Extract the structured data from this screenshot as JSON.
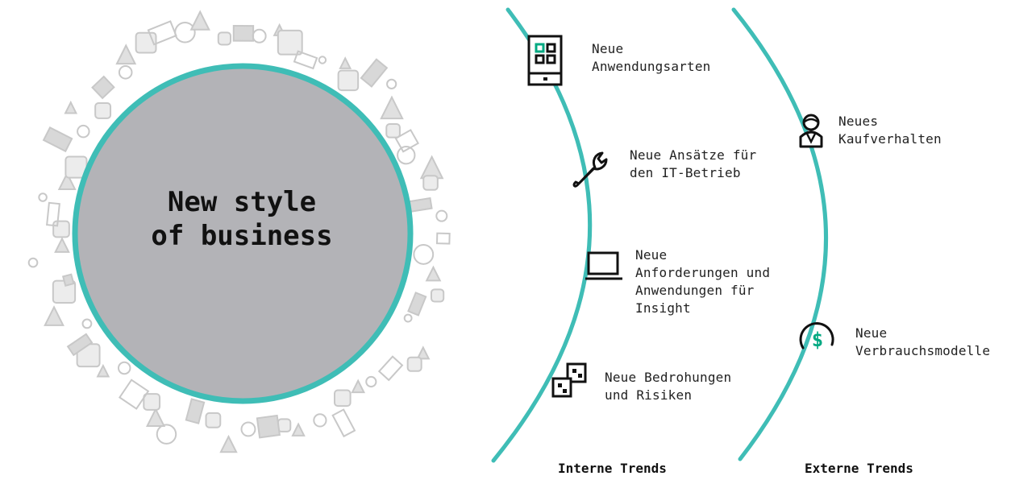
{
  "center": {
    "title": "New style\nof business"
  },
  "internal": {
    "items": [
      {
        "icon": "app-grid-icon",
        "label": "Neue\nAnwendungsarten"
      },
      {
        "icon": "wrench-icon",
        "label": "Neue Ansätze für\nden IT-Betrieb"
      },
      {
        "icon": "laptop-icon",
        "label": "Neue\nAnforderungen und\nAnwendungen für\nInsight"
      },
      {
        "icon": "blocks-icon",
        "label": "Neue Bedrohungen\nund Risiken"
      }
    ],
    "footer": "Interne Trends"
  },
  "external": {
    "items": [
      {
        "icon": "person-icon",
        "label": "Neues\nKaufverhalten"
      },
      {
        "icon": "dollar-icon",
        "label": "Neue\nVerbrauchsmodelle"
      }
    ],
    "footer": "Externe Trends"
  },
  "colors": {
    "accent": "#3fbdb6",
    "circle_fill": "#b3b3b7",
    "icon_green": "#01a982",
    "doodle": "#c8c8c8"
  }
}
